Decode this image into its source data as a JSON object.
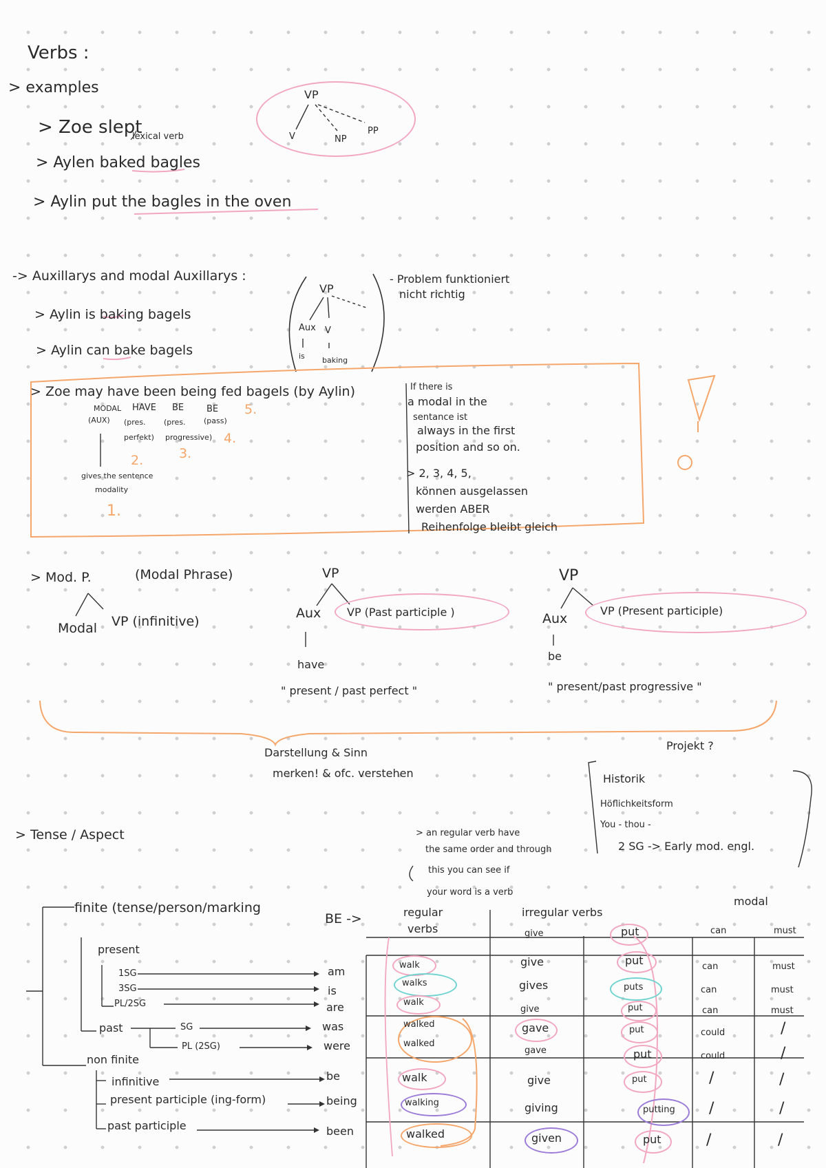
{
  "title": "Verbs :",
  "examples": {
    "heading": "> examples",
    "e1": "> Zoe slept",
    "lexical": "lexical verb",
    "e2": "> Aylen baked bagles",
    "e3": "> Aylin put the bagles in the oven"
  },
  "tree1": {
    "vp": "VP",
    "v": "V",
    "np": "NP",
    "pp": "PP"
  },
  "aux": {
    "heading": "-> Auxillarys and modal Auxillarys :",
    "e1": "> Aylin is baking bagels",
    "e2": "> Aylin can bake bagels",
    "note1": "- Problem funktioniert",
    "note2": "nicht richtig"
  },
  "tree2": {
    "vp": "VP",
    "aux": "Aux",
    "v": "V",
    "is": "is",
    "baking": "baking"
  },
  "box": {
    "sentence": "> Zoe may have been being fed bagels (by Aylin)",
    "l_modal": "MODAL",
    "l_aux": "(AUX)",
    "l_have": "HAVE",
    "l_pres": "(pres.",
    "l_perfekt": "perfekt)",
    "l_be1": "BE",
    "l_pres2": "(pres.",
    "l_prog": "progressive)",
    "l_be2": "BE",
    "l_pass": "(pass)",
    "n1": "1.",
    "n2": "2.",
    "n3": "3.",
    "n4": "4.",
    "n5": "5.",
    "gives1": "gives the sentence",
    "gives2": "modality",
    "r1": "If there is",
    "r2": "a modal in the",
    "r3": "sentance ist",
    "r4": "always in the first",
    "r5": "position and so on.",
    "r6": "> 2, 3, 4, 5,",
    "r7": "können ausgelassen",
    "r8": "werden ABER",
    "r9": "Reihenfolge bleibt gleich"
  },
  "modp": {
    "heading": "> Mod. P.",
    "paren": "(Modal Phrase)",
    "modal": "Modal",
    "vp": "VP (infinitive)"
  },
  "tree3": {
    "vp": "VP",
    "aux": "Aux",
    "vp2": "VP (Past participle )",
    "have": "have",
    "label": "\" present / past perfect \""
  },
  "tree4": {
    "vp": "VP",
    "aux": "Aux",
    "vp2": "VP (Present participle)",
    "be": "be",
    "label": "\" present/past progressive \""
  },
  "darst": {
    "l1": "Darstellung & Sinn",
    "l2": "merken! & ofc. verstehen"
  },
  "projekt": {
    "q": "Projekt ?",
    "h1": "Historik",
    "h2": "Höflichkeitsform",
    "h3": "You - thou -",
    "h4": "2 SG -> Early mod. engl."
  },
  "tense": {
    "heading": "> Tense / Aspect",
    "note1": "> an regular verb have",
    "note2": "the same order and through",
    "note3": "this you can see if",
    "note4": "your word is a verb"
  },
  "tree5": {
    "finite": "finite (tense/person/marking",
    "present": "present",
    "sg1": "1SG",
    "sg3": "3SG",
    "pl": "PL/2SG",
    "past": "past",
    "psg": "SG",
    "ppl": "PL (2SG)",
    "nonfinite": "non finite",
    "inf": "infinitive",
    "prespart": "present participle (ing-form)",
    "pastpart": "past participle"
  },
  "table": {
    "be_header": "BE ->",
    "reg_header1": "regular",
    "reg_header2": "verbs",
    "irr_header": "irregular verbs",
    "give_h": "give",
    "put_h": "put",
    "modal_header": "modal",
    "can_h": "can",
    "must_h": "must",
    "be": [
      "am",
      "is",
      "are",
      "was",
      "were",
      "be",
      "being",
      "been"
    ],
    "walk": [
      "walk",
      "walks",
      "walk",
      "walked",
      "walked",
      "walk",
      "walking",
      "walked"
    ],
    "give": [
      "give",
      "gives",
      "give",
      "gave",
      "gave",
      "give",
      "giving",
      "given"
    ],
    "put": [
      "put",
      "puts",
      "put",
      "put",
      "put",
      "put",
      "putting",
      "put"
    ],
    "can": [
      "can",
      "can",
      "can",
      "could",
      "could",
      "/",
      "/",
      "/"
    ],
    "must": [
      "must",
      "must",
      "must",
      "/",
      "/",
      "/",
      "/",
      "/"
    ]
  }
}
